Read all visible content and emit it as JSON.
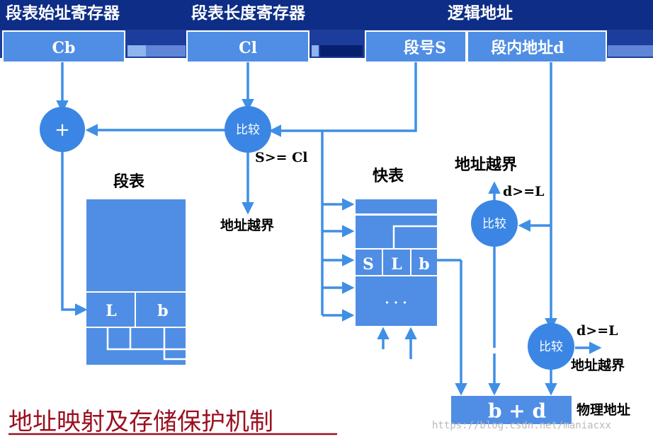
{
  "colors": {
    "box": "#4f8ee4",
    "box_edge": "#ffffff",
    "line": "#3f8fe5",
    "header_dark": "#0d2d86",
    "title_red": "#9b1020"
  },
  "registers": {
    "segment_base_label": "段表始址寄存器",
    "segment_base_value": "Cb",
    "segment_length_label": "段表长度寄存器",
    "segment_length_value": "Cl",
    "logical_address_label": "逻辑地址",
    "segment_number": "段号S",
    "segment_offset": "段内地址d"
  },
  "adder": {
    "symbol": "+"
  },
  "comparators": {
    "label": "比较",
    "cond_segment": "S>= Cl",
    "cond_offset_top": "d>=L",
    "cond_offset_bottom": "d>=L",
    "overflow_1": "地址越界",
    "overflow_2": "地址越界",
    "overflow_3": "地址越界"
  },
  "segment_table": {
    "title": "段表",
    "col_length": "L",
    "col_base": "b"
  },
  "fast_table": {
    "title": "快表",
    "col_segment": "S",
    "col_length": "L",
    "col_base": "b",
    "ellipsis": "· · ·"
  },
  "physical": {
    "expression": "b + d",
    "label": "物理地址"
  },
  "title": "地址映射及存储保护机制",
  "watermark": "https://blog.csdn.net/maniacxx"
}
